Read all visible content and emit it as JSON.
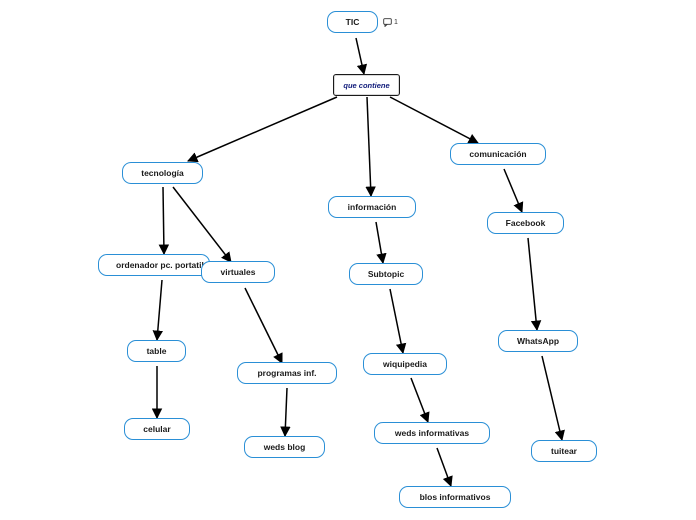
{
  "map": {
    "root": "TIC",
    "root_comment_count": "1",
    "linker": "que contiene",
    "branches": {
      "tecnologia": "tecnología",
      "ordenador": "ordenador pc. portatil",
      "virtuales": "virtuales",
      "table": "table",
      "celular": "celular",
      "programas": "programas inf.",
      "weds_blog": "weds blog",
      "informacion": "información",
      "subtopic": "Subtopic",
      "wiquipedia": "wiquipedia",
      "weds_informativas": "weds informativas",
      "blos_informativos": "blos informativos",
      "comunicacion": "comunicación",
      "facebook": "Facebook",
      "whatsapp": "WhatsApp",
      "tuitear": "tuitear"
    }
  },
  "colors": {
    "node_border": "#2a8fd6",
    "linker_text": "#0f1a7a",
    "edge": "#000000"
  },
  "icons": {
    "comment": "comment-icon"
  }
}
